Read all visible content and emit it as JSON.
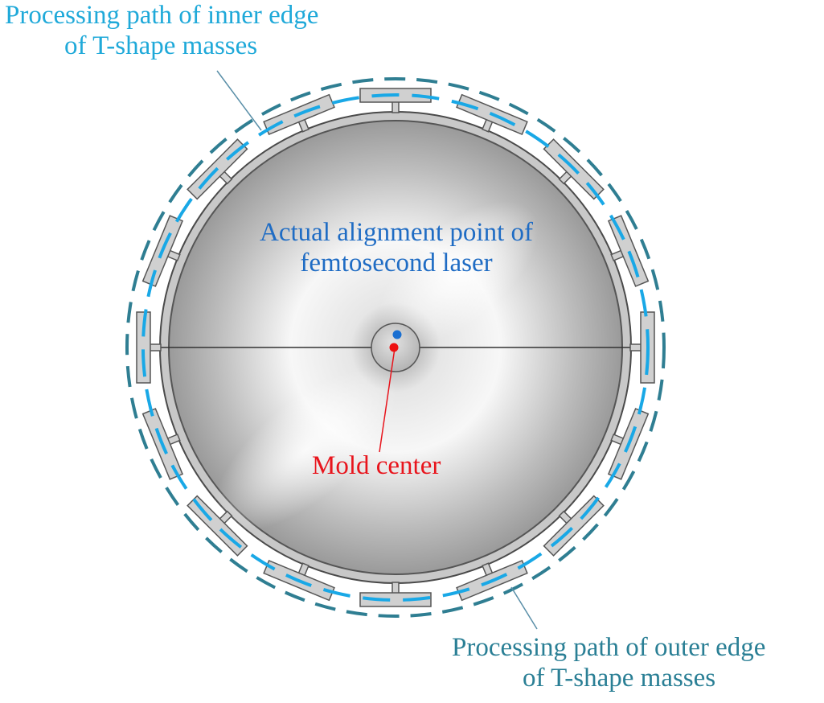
{
  "labels": {
    "inner_path": {
      "line1": "Processing path of inner edge",
      "line2": "of T-shape masses",
      "color": "#1fa9d9"
    },
    "outer_path": {
      "line1": "Processing path of outer edge",
      "line2": "of T-shape masses",
      "color": "#2a7f95"
    },
    "alignment_point": {
      "line1": "Actual alignment point of",
      "line2": "femtosecond laser",
      "color": "#1f6cc4"
    },
    "mold_center": {
      "text": "Mold center",
      "color": "#e8141c"
    }
  },
  "structure": {
    "t_mass_count": 16,
    "mass_fill": "#d0d0d0",
    "mass_stroke": "#555555",
    "inner_path_color": "#19a8e6",
    "outer_path_color": "#2f7e92",
    "alignment_dot_color": "#1a6fd1",
    "mold_dot_color": "#ee1111"
  }
}
